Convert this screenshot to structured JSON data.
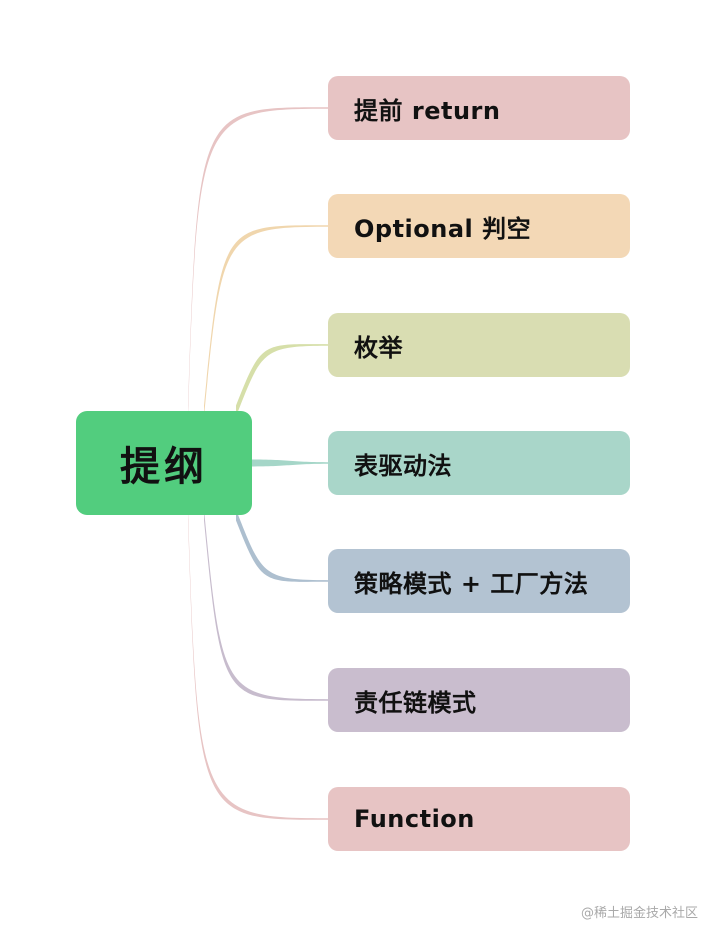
{
  "root": {
    "label": "提纲",
    "color": "#52cd7e"
  },
  "branches": [
    {
      "label": "提前 return",
      "color": "#e7c4c4",
      "link_color": "#e7c4c4"
    },
    {
      "label": "Optional 判空",
      "color": "#f3d8b6",
      "link_color": "#f0d6ad"
    },
    {
      "label": "枚举",
      "color": "#d9ddb2",
      "link_color": "#d6dfa9"
    },
    {
      "label": "表驱动法",
      "color": "#a9d6c9",
      "link_color": "#a5d6c8"
    },
    {
      "label": "策略模式 + 工厂方法",
      "color": "#b3c3d2",
      "link_color": "#adbfcf"
    },
    {
      "label": "责任链模式",
      "color": "#c9bdce",
      "link_color": "#c7bccd"
    },
    {
      "label": "Function",
      "color": "#e7c4c4",
      "link_color": "#e7c4c4"
    }
  ],
  "watermark": "@稀土掘金技术社区"
}
